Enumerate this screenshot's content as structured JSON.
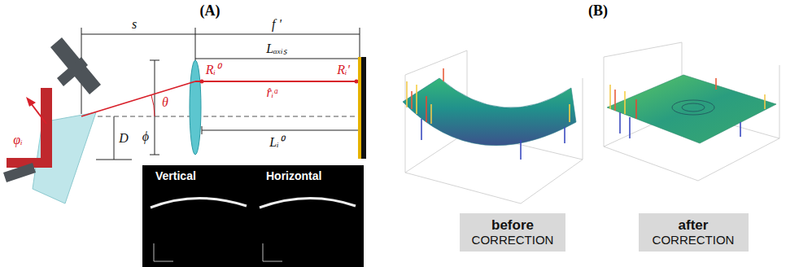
{
  "diagram": {
    "nodes": [
      {
        "text": [
          "Vertical",
          "Horizontal"
        ]
      },
      {
        "text": [
          "before",
          "CORRECTION"
        ]
      },
      {
        "text": [
          "after",
          "CORRECTION"
        ]
      }
    ],
    "labels": [
      "(A)",
      "(B)",
      "s",
      "f '",
      "Lₐₓᵢₛ",
      "θ",
      "Rᵢ⁰",
      "r̂ᵢᵃ",
      "Rᵢ'",
      "Lᵢ⁰",
      "ϕ",
      "D",
      "φᵢ"
    ]
  }
}
